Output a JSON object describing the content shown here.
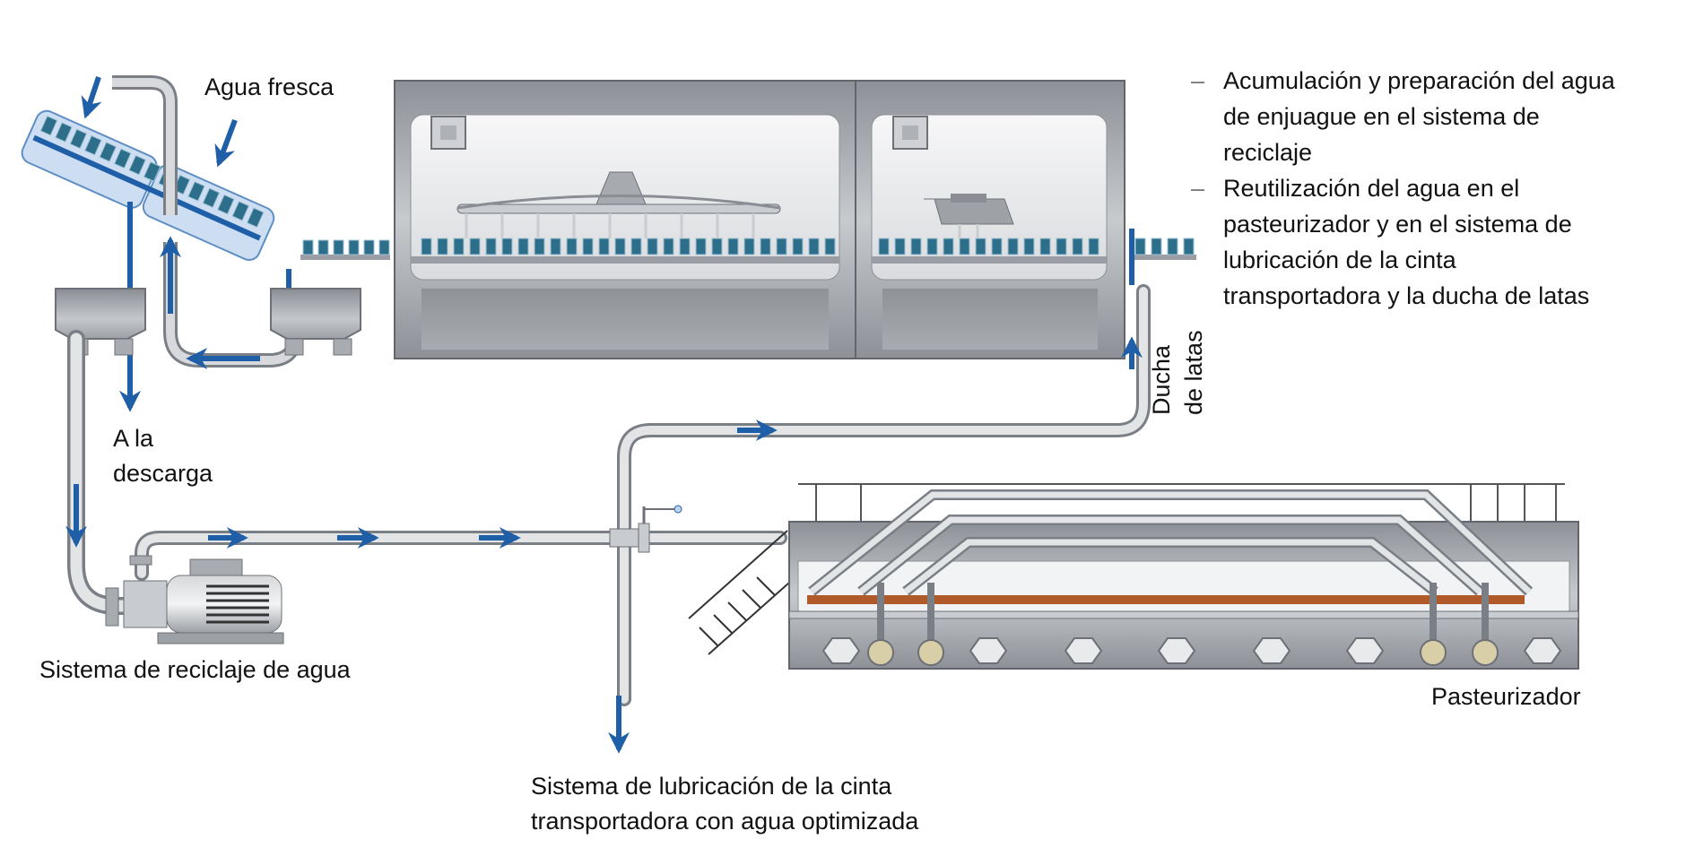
{
  "labels": {
    "agua_fresca": "Agua fresca",
    "a_la_descarga": [
      "A la",
      "descarga"
    ],
    "ducha_de_latas": [
      "Ducha",
      "de latas"
    ],
    "sistema_reciclaje": "Sistema de reciclaje de agua",
    "sistema_lubricacion": [
      "Sistema de lubricación de la cinta",
      "transportadora con agua optimizada"
    ],
    "pasteurizador": "Pasteurizador"
  },
  "notes": {
    "dash": "–",
    "items": [
      [
        "Acumulación y preparación del agua",
        "de enjuague en el sistema de",
        "reciclaje"
      ],
      [
        "Reutilización del agua en el",
        "pasteurizador y en el sistema de",
        "lubricación de la cinta",
        "transportadora y la ducha de latas"
      ]
    ]
  },
  "colors": {
    "flow": "#1f5fa8",
    "pipe": "#b8bcc2",
    "pipe_dark": "#7a7f86",
    "machine": "#9a9ea4",
    "machine_light": "#e9eaec",
    "can": "#2d6f8a",
    "glass": "#bcd3ee",
    "brick": "#b05a2a"
  },
  "icons": [
    "flow-arrow-icon",
    "pump-icon",
    "valve-icon"
  ]
}
